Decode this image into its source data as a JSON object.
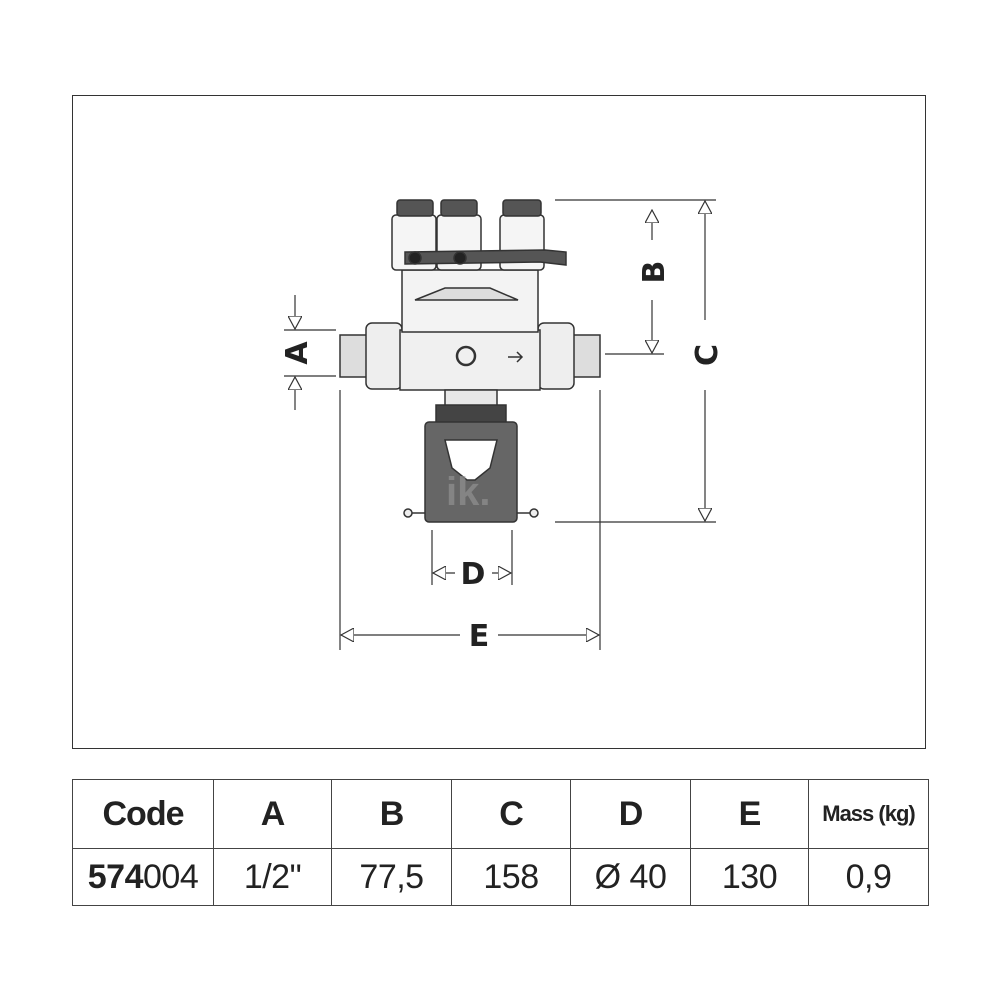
{
  "drawing": {
    "dimension_labels": {
      "a": "A",
      "b": "B",
      "c": "C",
      "d": "D",
      "e": "E"
    },
    "watermark": "ik."
  },
  "table": {
    "headers": [
      "Code",
      "A",
      "B",
      "C",
      "D",
      "E",
      "Mass (kg)"
    ],
    "row": {
      "code_prefix": "574",
      "code_suffix": "004",
      "a": "1/2\"",
      "b": "77,5",
      "c": "158",
      "d": "Ø 40",
      "e": "130",
      "mass": "0,9"
    }
  }
}
